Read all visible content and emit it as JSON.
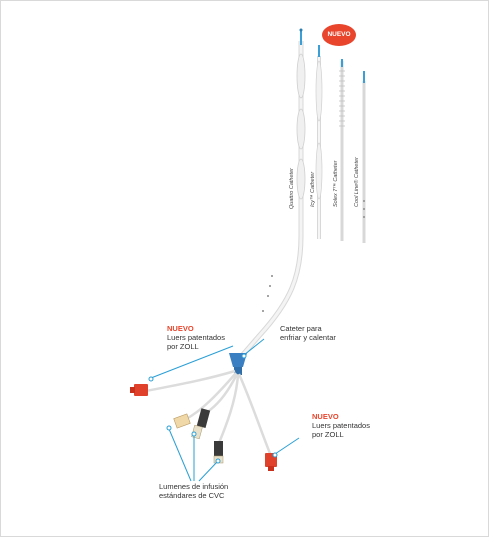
{
  "badge": "NUEVO",
  "catheters": [
    "Quattro Catheter",
    "Icy™ Catheter",
    "Solex 7™ Catheter",
    "Cool Line® Catheter"
  ],
  "callouts": {
    "luers_left": {
      "highlight": "NUEVO",
      "line1": "Luers patentados",
      "line2": "por ZOLL"
    },
    "cooling": {
      "line1": "Cateter para",
      "line2": "enfriar y calentar"
    },
    "luers_right": {
      "highlight": "NUEVO",
      "line1": "Luers patentados",
      "line2": "por ZOLL"
    },
    "lumens": {
      "line1": "Lumenes de infusión",
      "line2": "estándares de CVC"
    }
  },
  "colors": {
    "accent": "#e8452c",
    "callout_line": "#2a9fd6",
    "hub": "#3a7fc1"
  }
}
